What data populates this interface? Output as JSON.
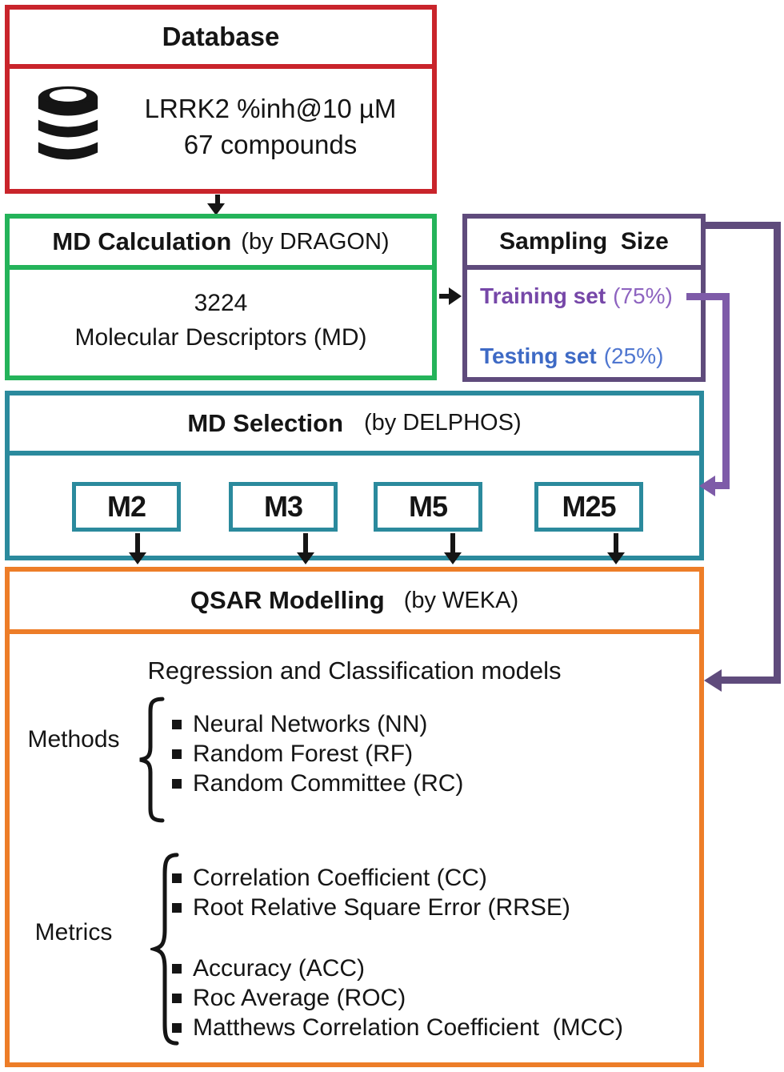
{
  "colors": {
    "database_border": "#C9242B",
    "md_calculation_border": "#24B35A",
    "sampling_border": "#5F4B7C",
    "md_selection_border": "#2B8A9D",
    "qsar_border": "#ED7D28",
    "connector_dark_purple": "#5F4B7C",
    "connector_light_purple": "#7E5BA8",
    "training_text": "#7647A8",
    "testing_text": "#3E6AC5",
    "arrow_black": "#151515"
  },
  "database": {
    "title": "Database",
    "icon": "database-icon",
    "line1": "LRRK2 %inh@10 µM",
    "line2": "67 compounds"
  },
  "md_calculation": {
    "title": "MD Calculation",
    "note": "(by DRAGON)",
    "line1": "3224",
    "line2": "Molecular Descriptors (MD)"
  },
  "sampling": {
    "title": "Sampling  Size",
    "training_label": "Training set",
    "training_pct": "(75%)",
    "testing_label": "Testing set",
    "testing_pct": "(25%)"
  },
  "md_selection": {
    "title": "MD Selection",
    "note": "(by DELPHOS)",
    "models": [
      "M2",
      "M3",
      "M5",
      "M25"
    ]
  },
  "qsar": {
    "title": "QSAR Modelling",
    "note": "(by WEKA)",
    "subtitle": "Regression and Classification models",
    "methods": {
      "label": "Methods",
      "items": [
        "Neural Networks (NN)",
        "Random Forest (RF)",
        "Random Committee (RC)"
      ]
    },
    "metrics": {
      "label": "Metrics",
      "items_regression": [
        "Correlation Coefficient (CC)",
        "Root Relative Square Error (RRSE)"
      ],
      "items_classification": [
        "Accuracy (ACC)",
        "Roc Average (ROC)",
        "Matthews Correlation Coefficient  (MCC)"
      ]
    }
  }
}
